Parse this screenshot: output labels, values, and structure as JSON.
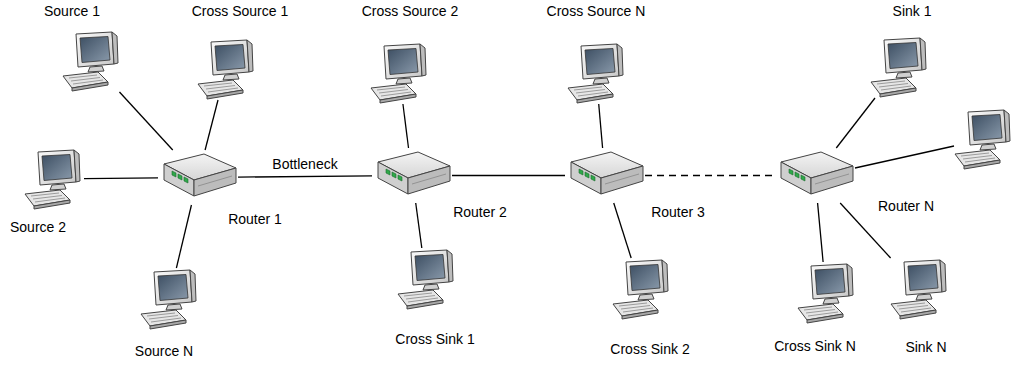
{
  "diagram": {
    "nodes": [
      {
        "text": [
          "Source 1"
        ]
      },
      {
        "text": [
          "Cross Source 1"
        ]
      },
      {
        "text": [
          "Cross Source 2"
        ]
      },
      {
        "text": [
          "Cross Source N"
        ]
      },
      {
        "text": [
          "Sink 1"
        ]
      },
      {
        "text": [
          "Source 2"
        ]
      },
      {
        "text": [
          "Router 1"
        ]
      },
      {
        "text": [
          "Router 2"
        ]
      },
      {
        "text": [
          "Router 3"
        ]
      },
      {
        "text": [
          "Router N"
        ]
      },
      {
        "text": [
          "Source N"
        ]
      },
      {
        "text": [
          "Cross Sink 1"
        ]
      },
      {
        "text": [
          "Cross Sink 2"
        ]
      },
      {
        "text": [
          "Cross Sink N"
        ]
      },
      {
        "text": [
          "Sink N"
        ]
      }
    ],
    "edges": [
      {
        "from": 0,
        "to": 6,
        "arrow": "none"
      },
      {
        "from": 1,
        "to": 6,
        "arrow": "none"
      },
      {
        "from": 5,
        "to": 6,
        "arrow": "none"
      },
      {
        "from": 6,
        "to": 10,
        "arrow": "none"
      },
      {
        "from": 6,
        "to": 7,
        "label": "Bottleneck",
        "arrow": "none"
      },
      {
        "from": 2,
        "to": 7,
        "arrow": "none"
      },
      {
        "from": 7,
        "to": 11,
        "arrow": "none"
      },
      {
        "from": 7,
        "to": 8,
        "arrow": "none"
      },
      {
        "from": 3,
        "to": 8,
        "arrow": "none"
      },
      {
        "from": 8,
        "to": 12,
        "arrow": "none"
      },
      {
        "from": 8,
        "to": 9,
        "arrow": "none"
      },
      {
        "from": 9,
        "to": 4,
        "arrow": "none"
      },
      {
        "from": 9,
        "to": 13,
        "arrow": "none"
      },
      {
        "from": 9,
        "to": 14,
        "arrow": "none"
      }
    ]
  }
}
